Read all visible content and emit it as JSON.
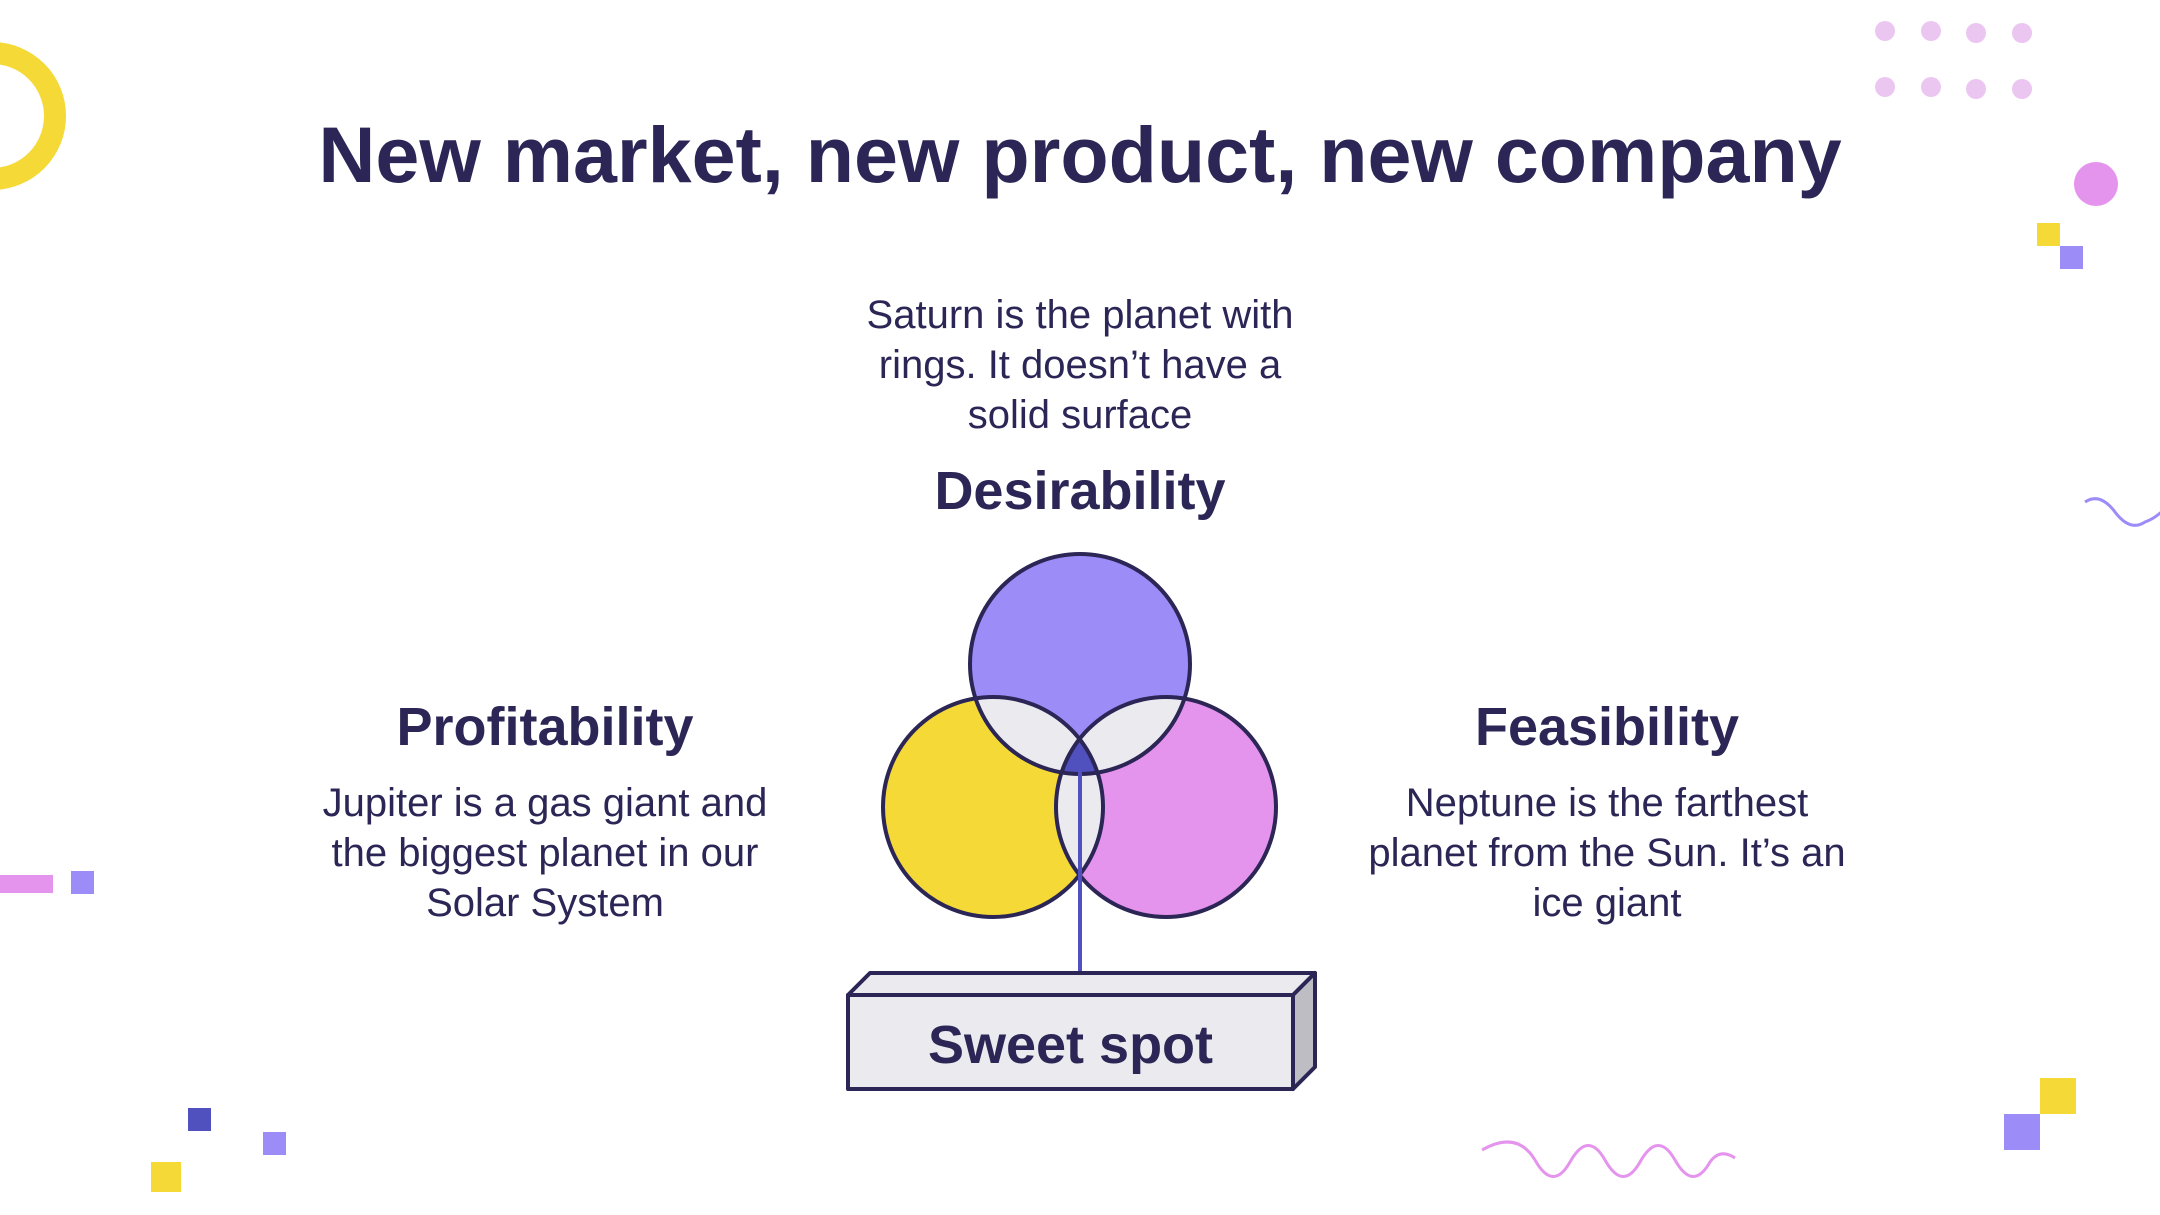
{
  "title": "New market, new product, new company",
  "colors": {
    "dark": "#2b2655",
    "purple": "#9b8cf8",
    "yellow": "#f4d937",
    "pink": "#e594ed",
    "overlap": "#ebebef",
    "center": "#5050be",
    "box_side": "#bdbdc3"
  },
  "diagram": {
    "top": {
      "heading": "Desirability",
      "text": [
        "Saturn is the planet with",
        "rings. It doesn’t have a",
        "solid surface"
      ]
    },
    "left": {
      "heading": "Profitability",
      "text": [
        "Jupiter is a gas giant and",
        "the biggest planet in our",
        "Solar System"
      ]
    },
    "right": {
      "heading": "Feasibility",
      "text": [
        "Neptune is the farthest",
        "planet from the Sun. It’s an",
        "ice giant"
      ]
    },
    "center_label": "Sweet spot"
  }
}
